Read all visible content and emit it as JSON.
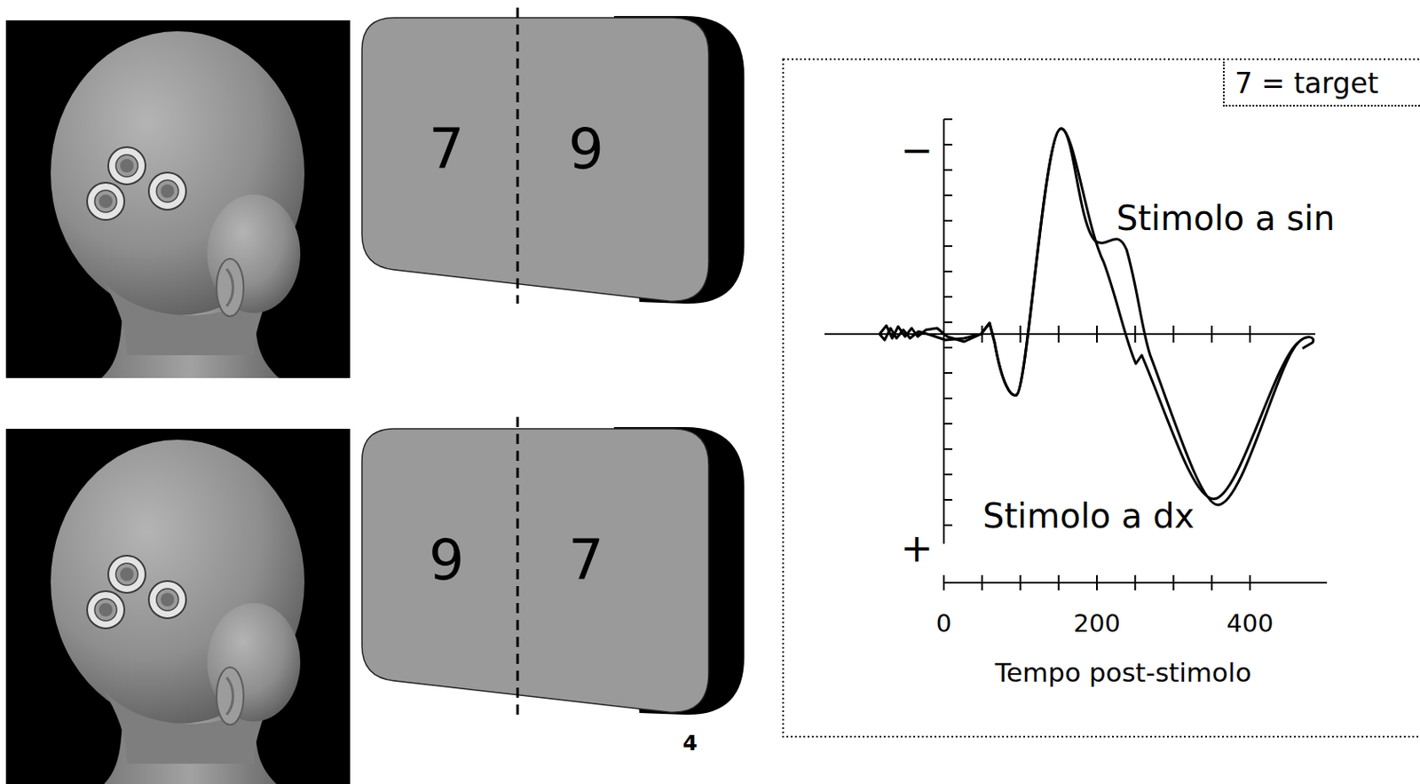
{
  "diagram": {
    "nodes": [
      {
        "text": [
          "7",
          "9"
        ]
      },
      {
        "text": [
          "9",
          "7"
        ]
      },
      {
        "text": [
          "7 = target"
        ]
      }
    ],
    "labels": [
      "−",
      "+",
      "Stimolo a sin",
      "Stimolo a dx",
      "0",
      "200",
      "400",
      "Tempo post-stimolo",
      "4"
    ]
  }
}
